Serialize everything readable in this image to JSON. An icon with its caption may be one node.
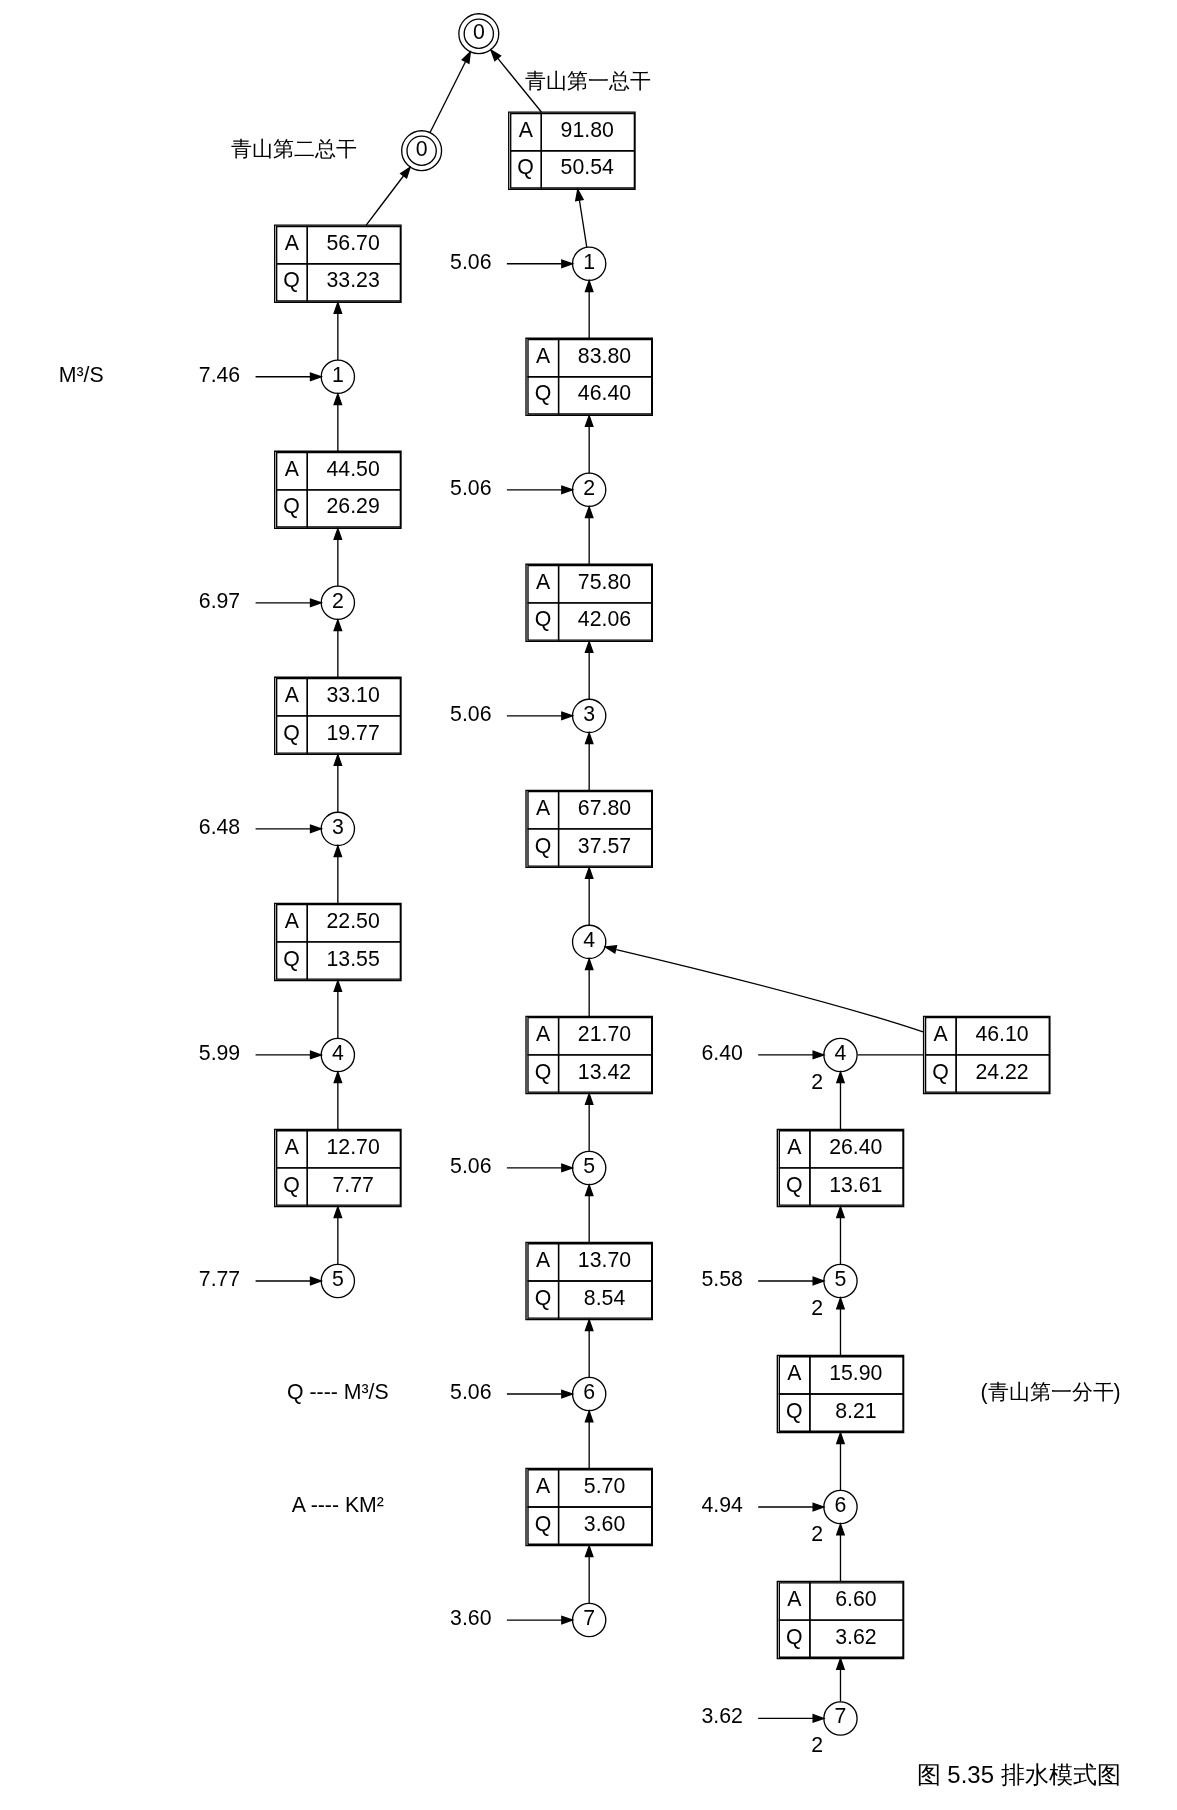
{
  "diagram": {
    "caption": "图 5.35 排水模式图",
    "nodes": [
      {
        "text": [
          "0"
        ]
      },
      {
        "text": [
          "0"
        ],
        "beside": [
          "青山第二总干"
        ]
      },
      {
        "text": [
          "A",
          "91.80",
          "Q",
          "50.54"
        ]
      },
      {
        "text": [
          "5.06"
        ]
      },
      {
        "text": [
          "1"
        ]
      },
      {
        "text": [
          "A",
          "83.80",
          "Q",
          "46.40"
        ]
      },
      {
        "text": [
          "5.06"
        ]
      },
      {
        "text": [
          "2"
        ]
      },
      {
        "text": [
          "A",
          "75.80",
          "Q",
          "42.06"
        ]
      },
      {
        "text": [
          "5.06"
        ]
      },
      {
        "text": [
          "3"
        ]
      },
      {
        "text": [
          "A",
          "67.80",
          "Q",
          "37.57"
        ]
      },
      {
        "text": [
          "4"
        ]
      },
      {
        "text": [
          "A",
          "21.70",
          "Q",
          "13.42"
        ]
      },
      {
        "text": [
          "5.06"
        ]
      },
      {
        "text": [
          "5"
        ]
      },
      {
        "text": [
          "A",
          "13.70",
          "Q",
          "8.54"
        ]
      },
      {
        "text": [
          "5.06"
        ]
      },
      {
        "text": [
          "6"
        ]
      },
      {
        "text": [
          "A",
          "5.70",
          "Q",
          "3.60"
        ]
      },
      {
        "text": [
          "3.60"
        ]
      },
      {
        "text": [
          "7"
        ]
      },
      {
        "text": [
          "A",
          "56.70",
          "Q",
          "33.23"
        ]
      },
      {
        "text": [
          "7.46"
        ]
      },
      {
        "text": [
          "1"
        ]
      },
      {
        "text": [
          "A",
          "44.50",
          "Q",
          "26.29"
        ]
      },
      {
        "text": [
          "6.97"
        ]
      },
      {
        "text": [
          "2"
        ]
      },
      {
        "text": [
          "A",
          "33.10",
          "Q",
          "19.77"
        ]
      },
      {
        "text": [
          "6.48"
        ]
      },
      {
        "text": [
          "3"
        ]
      },
      {
        "text": [
          "A",
          "22.50",
          "Q",
          "13.55"
        ]
      },
      {
        "text": [
          "5.99"
        ]
      },
      {
        "text": [
          "4"
        ]
      },
      {
        "text": [
          "A",
          "12.70",
          "Q",
          "7.77"
        ]
      },
      {
        "text": [
          "7.77"
        ]
      },
      {
        "text": [
          "5"
        ]
      },
      {
        "text": [
          "A",
          "46.10",
          "Q",
          "24.22"
        ]
      },
      {
        "text": [
          "6.40"
        ]
      },
      {
        "text": [
          "4"
        ],
        "beside": [
          "2"
        ]
      },
      {
        "text": [
          "A",
          "26.40",
          "Q",
          "13.61"
        ]
      },
      {
        "text": [
          "5.58"
        ]
      },
      {
        "text": [
          "5"
        ],
        "beside": [
          "2"
        ]
      },
      {
        "text": [
          "A",
          "15.90",
          "Q",
          "8.21"
        ]
      },
      {
        "text": [
          "4.94"
        ]
      },
      {
        "text": [
          "6"
        ],
        "beside": [
          "2"
        ]
      },
      {
        "text": [
          "A",
          "6.60",
          "Q",
          "3.62"
        ]
      },
      {
        "text": [
          "3.62"
        ]
      },
      {
        "text": [
          "7"
        ],
        "beside": [
          "2"
        ]
      }
    ],
    "edges": [
      {
        "from": 2,
        "to": 0,
        "arrow": "to",
        "label": "青山第一总干"
      },
      {
        "from": 1,
        "to": 0,
        "arrow": "to"
      },
      {
        "from": 4,
        "to": 2,
        "arrow": "to"
      },
      {
        "from": 3,
        "to": 4,
        "arrow": "to"
      },
      {
        "from": 5,
        "to": 4,
        "arrow": "to"
      },
      {
        "from": 7,
        "to": 5,
        "arrow": "to"
      },
      {
        "from": 6,
        "to": 7,
        "arrow": "to"
      },
      {
        "from": 8,
        "to": 7,
        "arrow": "to"
      },
      {
        "from": 10,
        "to": 8,
        "arrow": "to"
      },
      {
        "from": 9,
        "to": 10,
        "arrow": "to"
      },
      {
        "from": 11,
        "to": 10,
        "arrow": "to"
      },
      {
        "from": 12,
        "to": 11,
        "arrow": "to"
      },
      {
        "from": 13,
        "to": 12,
        "arrow": "to"
      },
      {
        "from": 37,
        "to": 12,
        "arrow": "to"
      },
      {
        "from": 15,
        "to": 13,
        "arrow": "to"
      },
      {
        "from": 14,
        "to": 15,
        "arrow": "to"
      },
      {
        "from": 16,
        "to": 15,
        "arrow": "to"
      },
      {
        "from": 18,
        "to": 16,
        "arrow": "to"
      },
      {
        "from": 17,
        "to": 18,
        "arrow": "to"
      },
      {
        "from": 19,
        "to": 18,
        "arrow": "to"
      },
      {
        "from": 21,
        "to": 19,
        "arrow": "to"
      },
      {
        "from": 20,
        "to": 21,
        "arrow": "to"
      },
      {
        "from": 22,
        "to": 1,
        "arrow": "to"
      },
      {
        "from": 24,
        "to": 22,
        "arrow": "to"
      },
      {
        "from": 23,
        "to": 24,
        "arrow": "to"
      },
      {
        "from": 25,
        "to": 24,
        "arrow": "to"
      },
      {
        "from": 27,
        "to": 25,
        "arrow": "to"
      },
      {
        "from": 26,
        "to": 27,
        "arrow": "to"
      },
      {
        "from": 28,
        "to": 27,
        "arrow": "to"
      },
      {
        "from": 30,
        "to": 28,
        "arrow": "to"
      },
      {
        "from": 29,
        "to": 30,
        "arrow": "to"
      },
      {
        "from": 31,
        "to": 30,
        "arrow": "to"
      },
      {
        "from": 33,
        "to": 31,
        "arrow": "to"
      },
      {
        "from": 32,
        "to": 33,
        "arrow": "to"
      },
      {
        "from": 34,
        "to": 33,
        "arrow": "to"
      },
      {
        "from": 36,
        "to": 34,
        "arrow": "to"
      },
      {
        "from": 35,
        "to": 36,
        "arrow": "to"
      },
      {
        "from": 39,
        "to": 37,
        "arrow": "none"
      },
      {
        "from": 38,
        "to": 39,
        "arrow": "to"
      },
      {
        "from": 40,
        "to": 39,
        "arrow": "to"
      },
      {
        "from": 42,
        "to": 40,
        "arrow": "to"
      },
      {
        "from": 41,
        "to": 42,
        "arrow": "to"
      },
      {
        "from": 43,
        "to": 42,
        "arrow": "to"
      },
      {
        "from": 45,
        "to": 43,
        "arrow": "to"
      },
      {
        "from": 44,
        "to": 45,
        "arrow": "to"
      },
      {
        "from": 46,
        "to": 45,
        "arrow": "to"
      },
      {
        "from": 48,
        "to": 46,
        "arrow": "to"
      },
      {
        "from": 47,
        "to": 48,
        "arrow": "to"
      }
    ],
    "labels": [
      "M³/S",
      "(青山第一分干)",
      "A ---- KM²",
      "Q ---- M³/S"
    ]
  }
}
